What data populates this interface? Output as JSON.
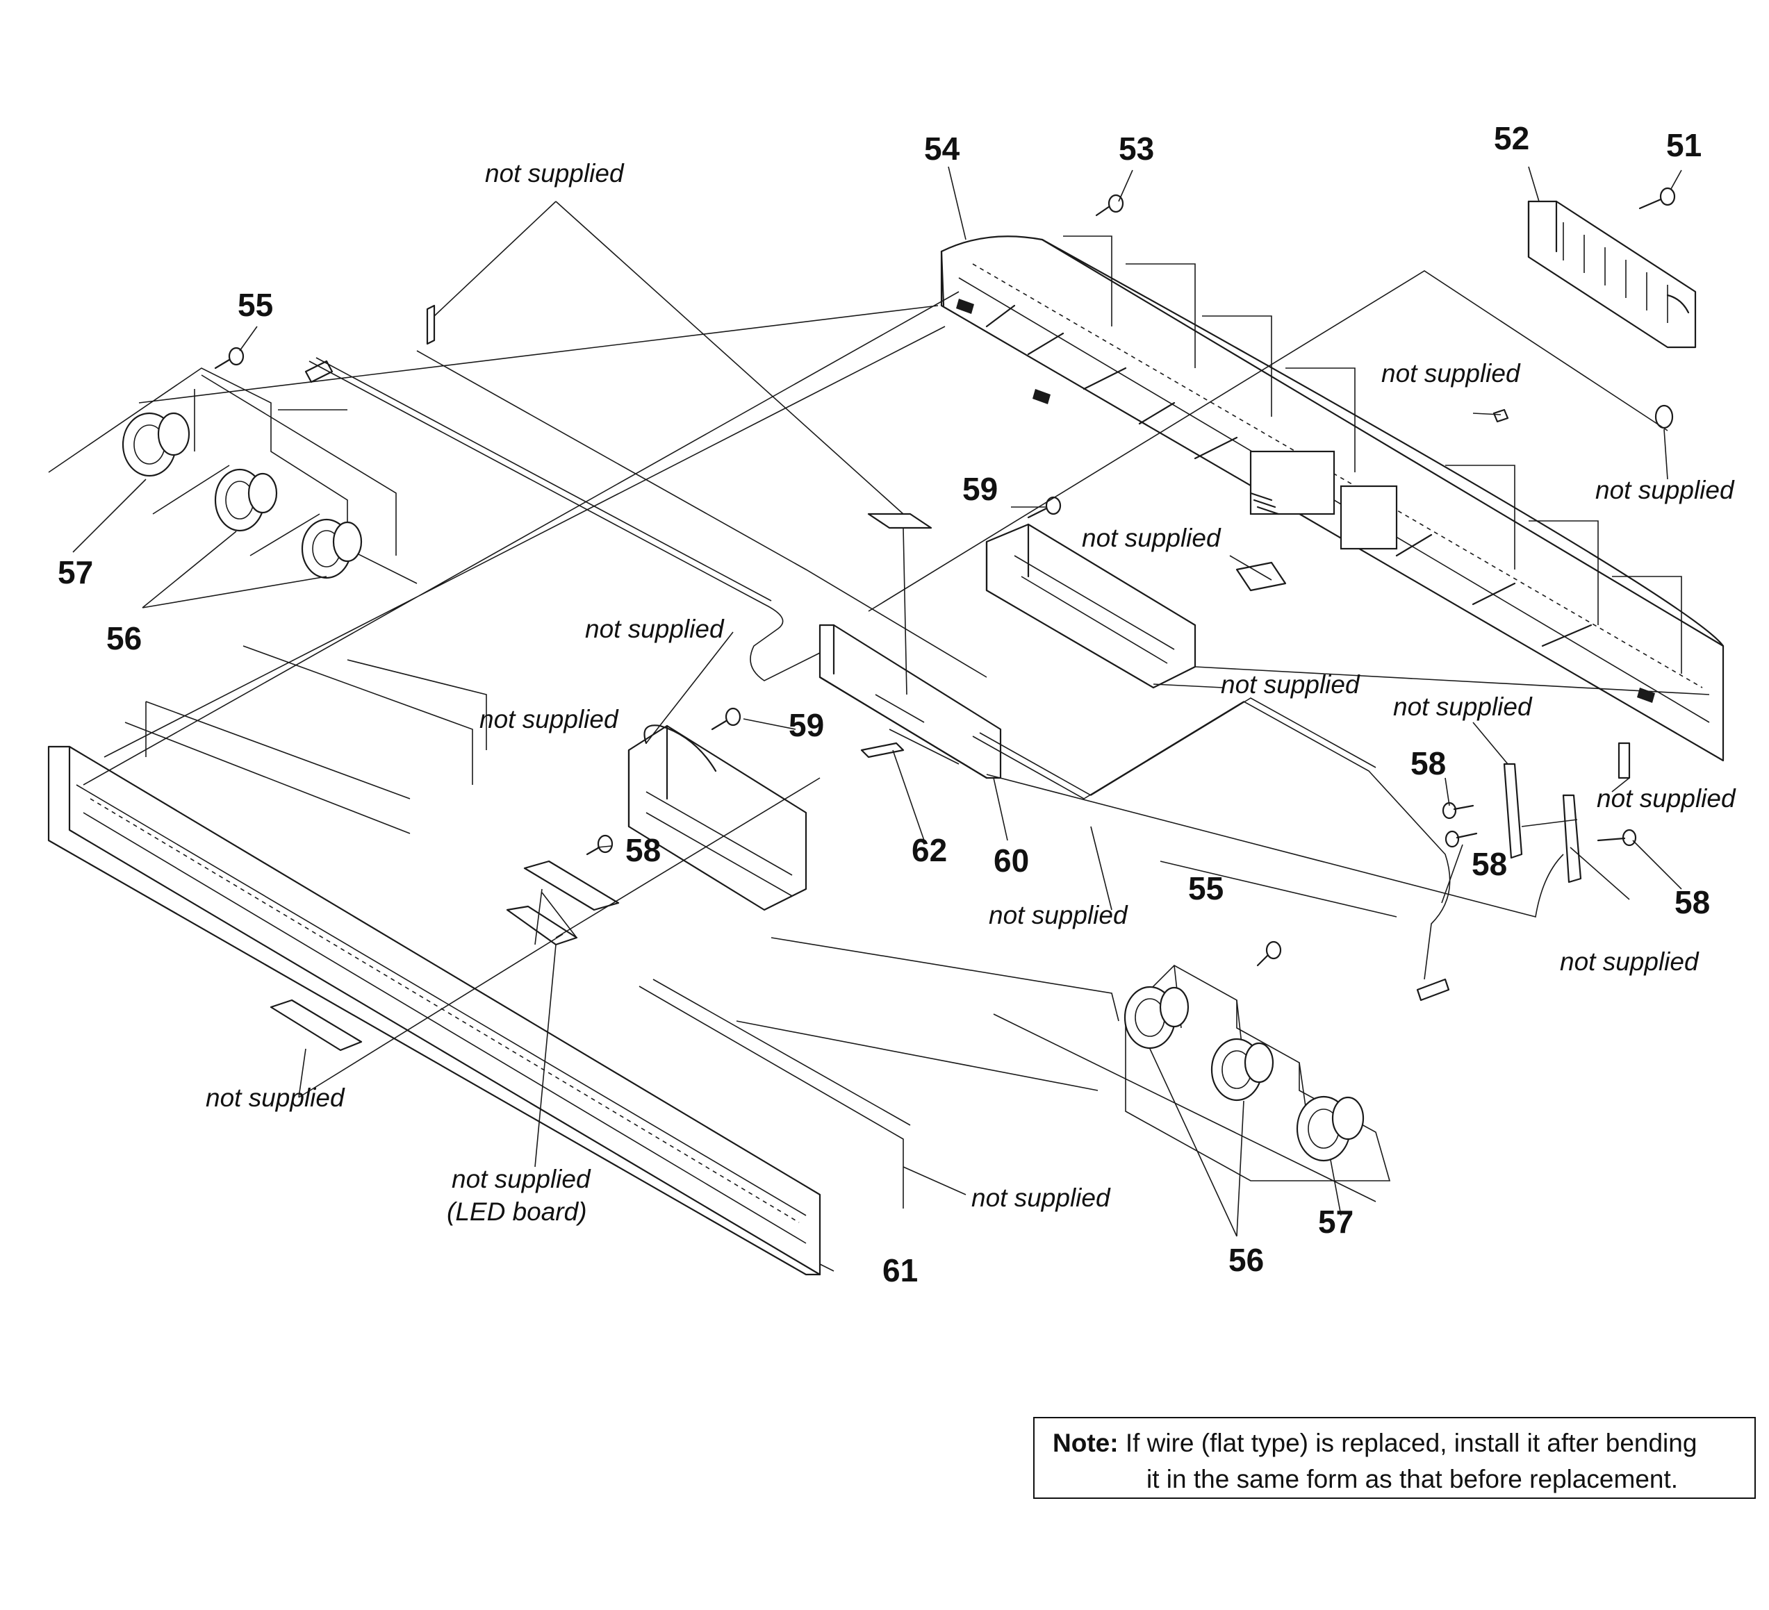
{
  "callouts": {
    "c51": "51",
    "c52": "52",
    "c53": "53",
    "c54": "54",
    "c55": "55",
    "c56": "56",
    "c57": "57",
    "c58": "58",
    "c59": "59",
    "c60": "60",
    "c61": "61",
    "c62": "62"
  },
  "labels": {
    "not_supplied": "not supplied",
    "led_board": "(LED board)"
  },
  "note": {
    "label": "Note:",
    "line1": "If wire (flat type) is replaced, install it after bending",
    "line2": "it in the same form as that before replacement."
  }
}
